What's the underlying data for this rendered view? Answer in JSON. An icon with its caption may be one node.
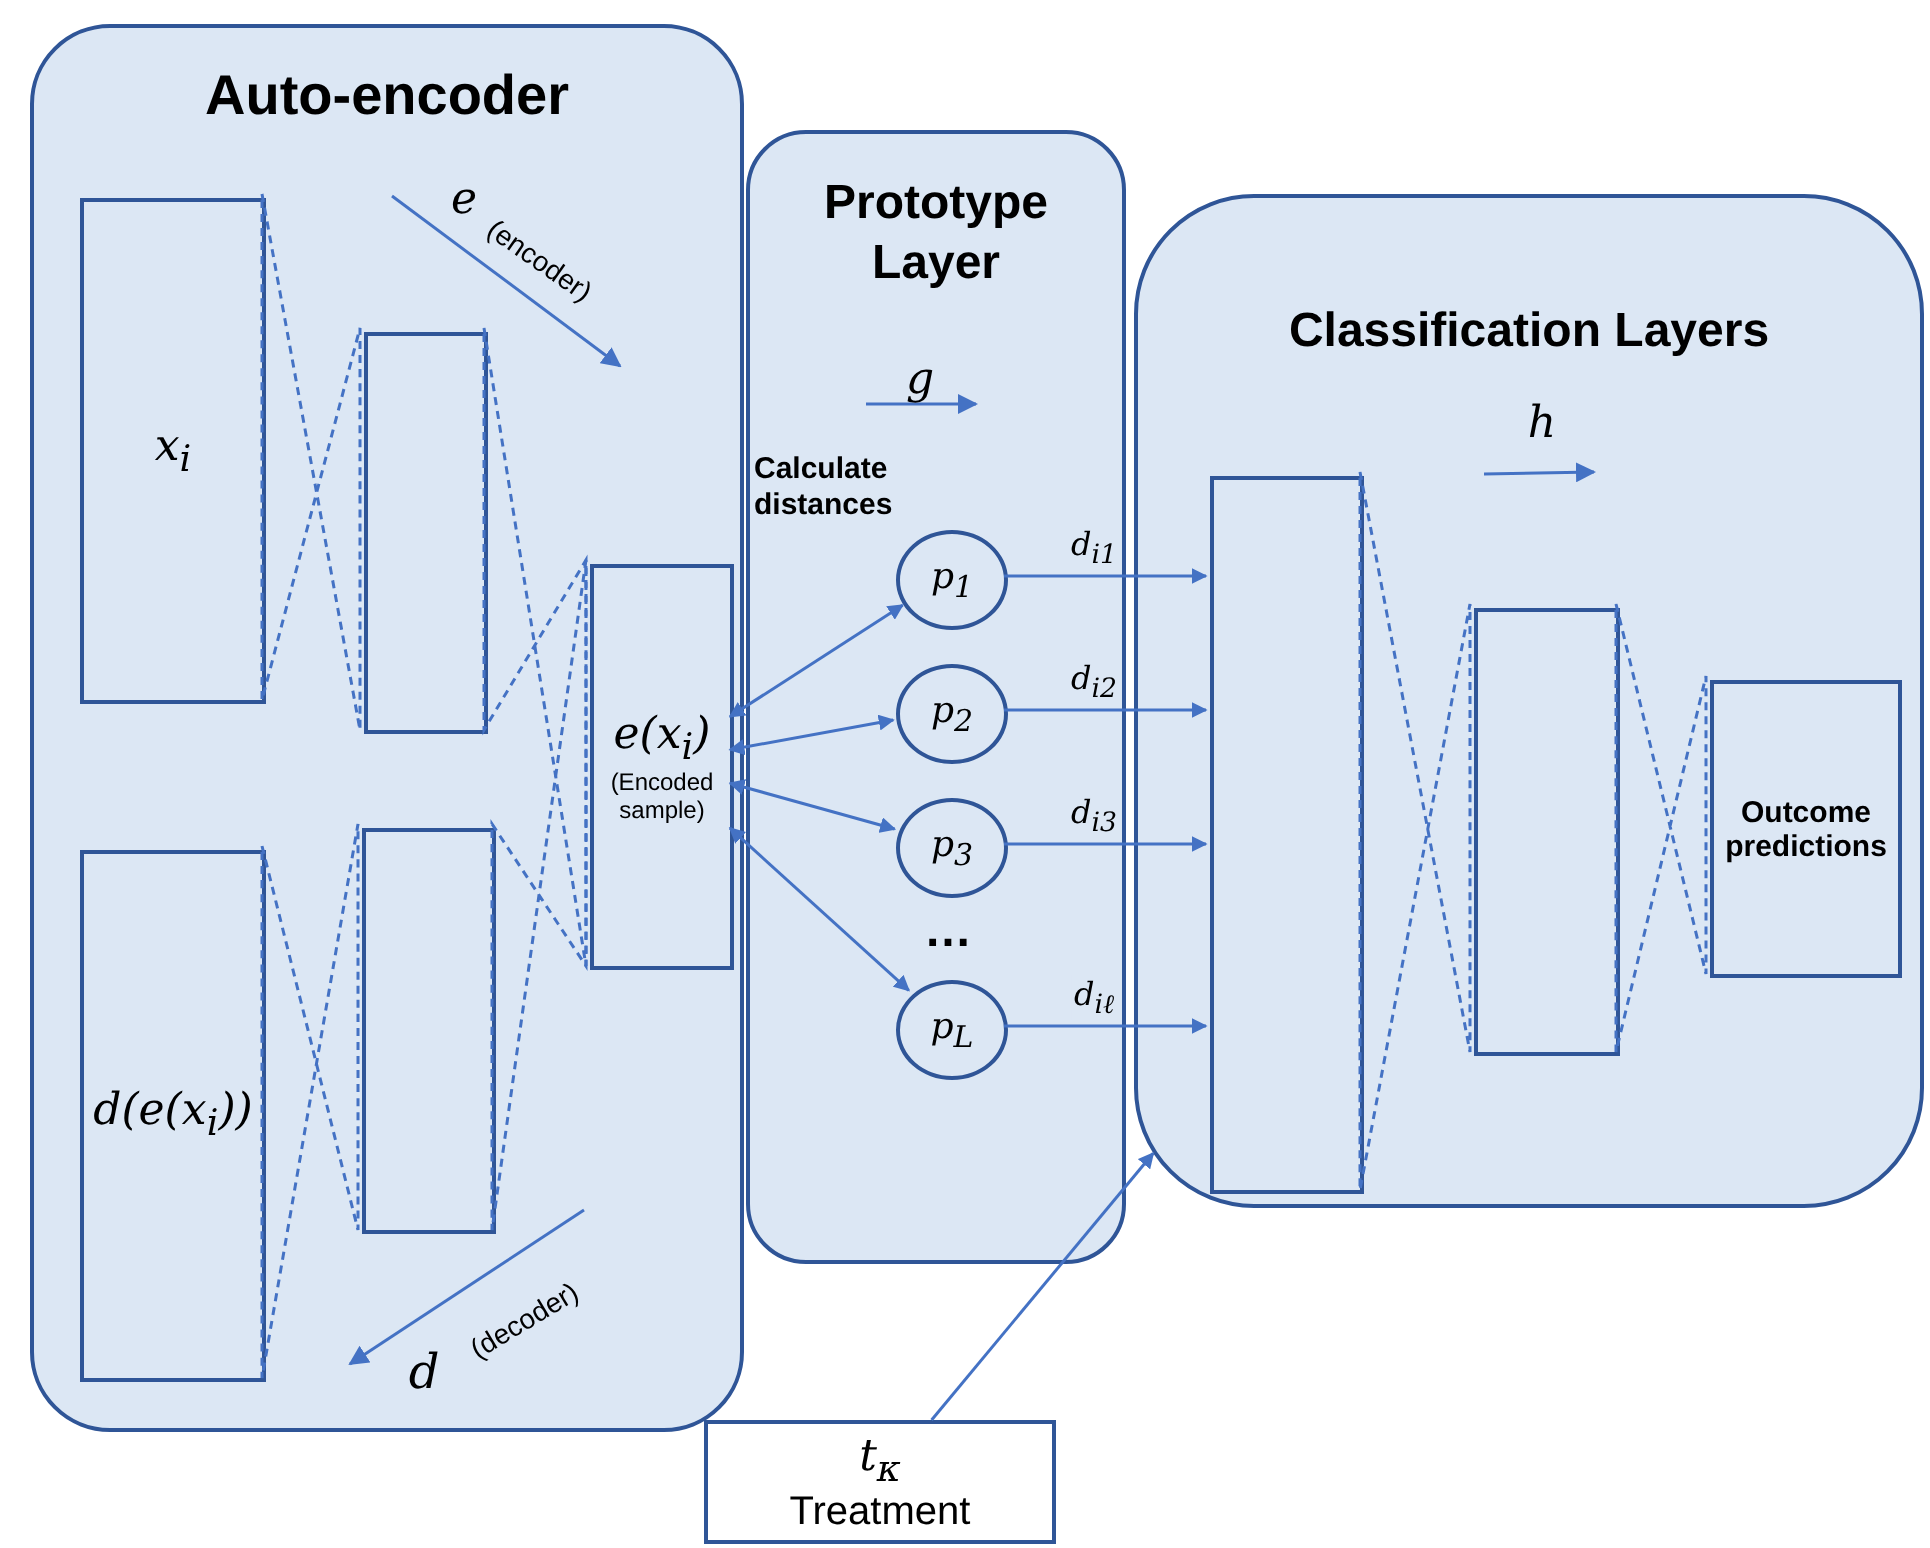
{
  "diagram": {
    "nodes": [
      {
        "text": [
          "Auto-encoder"
        ]
      },
      {
        "text": [
          "x$_{i}$"
        ],
        "in": 0
      },
      {
        "text": [],
        "shape": "box",
        "in": 0
      },
      {
        "text": [
          "e(x$_{i}$)",
          "(Encoded sample)"
        ],
        "in": 0
      },
      {
        "text": [
          "d(e(x$_{i}$))"
        ],
        "in": 0
      },
      {
        "text": [],
        "shape": "box",
        "in": 0
      },
      {
        "text": [
          "Prototype Layer"
        ]
      },
      {
        "text": [
          "p$_{1}$"
        ],
        "in": 6
      },
      {
        "text": [
          "p$_{2}$"
        ],
        "in": 6
      },
      {
        "text": [
          "p$_{3}$"
        ],
        "in": 6
      },
      {
        "text": [
          "p$_{L}$"
        ],
        "in": 6
      },
      {
        "text": [
          "Classification Layers"
        ]
      },
      {
        "text": [],
        "shape": "box",
        "in": 11
      },
      {
        "text": [],
        "shape": "box",
        "in": 11
      },
      {
        "text": [
          "Outcome predictions"
        ],
        "in": 11
      },
      {
        "text": [
          "t$_{κ}$",
          "Treatment"
        ]
      }
    ],
    "edges": [
      {
        "from": 1,
        "to": 2,
        "arrow": "none",
        "style": "dashed"
      },
      {
        "from": 2,
        "to": 3,
        "arrow": "none",
        "style": "dashed"
      },
      {
        "from": 3,
        "to": 5,
        "arrow": "none",
        "style": "dashed"
      },
      {
        "from": 5,
        "to": 4,
        "arrow": "none",
        "style": "dashed"
      },
      {
        "from": 3,
        "to": 7,
        "arrow": "both"
      },
      {
        "from": 3,
        "to": 8,
        "arrow": "both"
      },
      {
        "from": 3,
        "to": 9,
        "arrow": "both"
      },
      {
        "from": 3,
        "to": 10,
        "arrow": "both"
      },
      {
        "from": 7,
        "to": 12,
        "arrow": "to",
        "label": "d$_{i1}$"
      },
      {
        "from": 8,
        "to": 12,
        "arrow": "to",
        "label": "d$_{i2}$"
      },
      {
        "from": 9,
        "to": 12,
        "arrow": "to",
        "label": "d$_{i3}$"
      },
      {
        "from": 10,
        "to": 12,
        "arrow": "to",
        "label": "d$_{iℓ}$"
      },
      {
        "from": 12,
        "to": 13,
        "arrow": "none",
        "style": "dashed"
      },
      {
        "from": 13,
        "to": 14,
        "arrow": "none",
        "style": "dashed"
      },
      {
        "from": 15,
        "to": 11,
        "arrow": "to"
      }
    ],
    "labels": [
      "e",
      "(encoder)",
      "g",
      "h",
      "Calculate distances",
      "…",
      "d",
      "(decoder)"
    ]
  }
}
